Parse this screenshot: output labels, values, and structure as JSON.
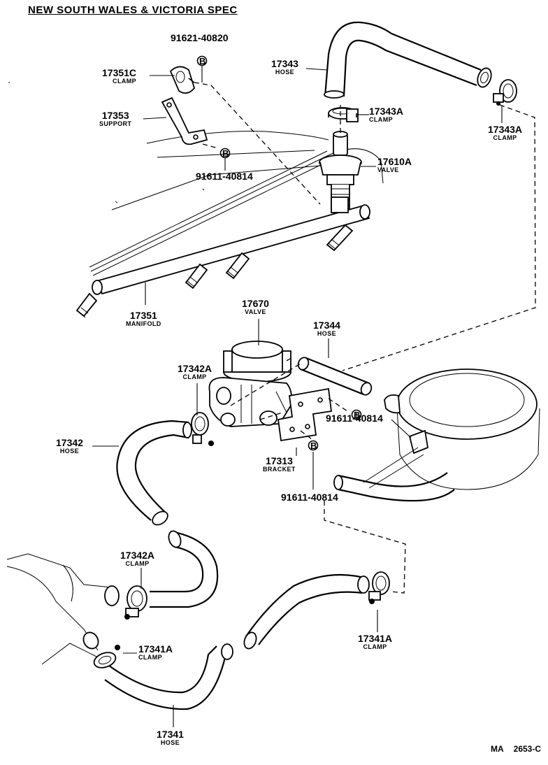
{
  "heading": "NEW SOUTH WALES & VICTORIA SPEC",
  "drawing_code": {
    "left": "MA",
    "right": "2653-C"
  },
  "parts": {
    "p91621_40820": {
      "number": "91621-40820"
    },
    "p17351C": {
      "number": "17351C",
      "name": "CLAMP"
    },
    "p17343_hose": {
      "number": "17343",
      "name": "HOSE"
    },
    "p17353": {
      "number": "17353",
      "name": "SUPPORT"
    },
    "p17343A_a": {
      "number": "17343A",
      "name": "CLAMP"
    },
    "p17343A_b": {
      "number": "17343A",
      "name": "CLAMP"
    },
    "p91611_40814_a": {
      "number": "91611-40814"
    },
    "p17610A": {
      "number": "17610A",
      "name": "VALVE"
    },
    "p17351": {
      "number": "17351",
      "name": "MANIFOLD"
    },
    "p17670": {
      "number": "17670",
      "name": "VALVE"
    },
    "p17344": {
      "number": "17344",
      "name": "HOSE"
    },
    "p17342A_a": {
      "number": "17342A",
      "name": "CLAMP"
    },
    "p91611_40814_b": {
      "number": "91611-40814"
    },
    "p17342": {
      "number": "17342",
      "name": "HOSE"
    },
    "p17313": {
      "number": "17313",
      "name": "BRACKET"
    },
    "p91611_40814_c": {
      "number": "91611-40814"
    },
    "p17342A_b": {
      "number": "17342A",
      "name": "CLAMP"
    },
    "p17341A_a": {
      "number": "17341A",
      "name": "CLAMP"
    },
    "p17341A_b": {
      "number": "17341A",
      "name": "CLAMP"
    },
    "p17341": {
      "number": "17341",
      "name": "HOSE"
    }
  },
  "bolt_marker": "B"
}
